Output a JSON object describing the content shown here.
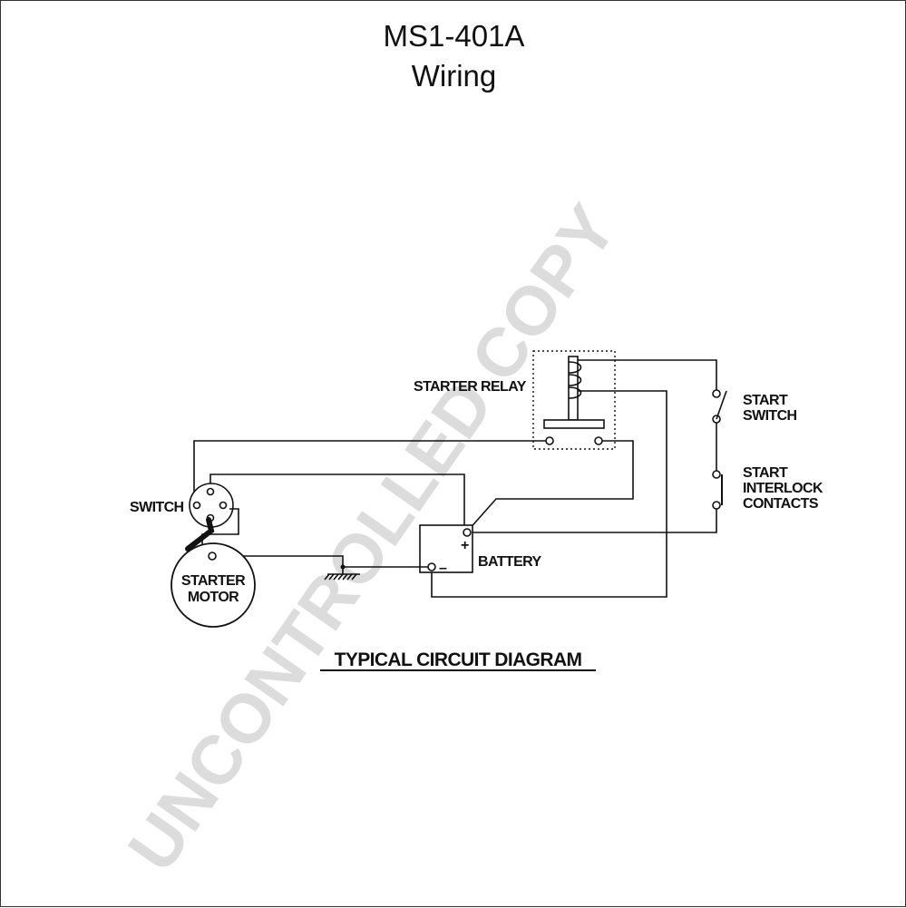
{
  "title": {
    "line1": "MS1-401A",
    "line2": "Wiring"
  },
  "labels": {
    "starter_relay": "STARTER RELAY",
    "start_switch_1": "START",
    "start_switch_2": "SWITCH",
    "interlock_1": "START",
    "interlock_2": "INTERLOCK",
    "interlock_3": "CONTACTS",
    "switch": "SWITCH",
    "starter_motor_1": "STARTER",
    "starter_motor_2": "MOTOR",
    "battery": "BATTERY",
    "battery_plus": "+",
    "battery_minus": "–",
    "caption": "TYPICAL CIRCUIT DIAGRAM"
  },
  "watermark": "UNCONTROLLED COPY",
  "colors": {
    "ink": "#111111",
    "watermark": "#dcdcdc"
  }
}
